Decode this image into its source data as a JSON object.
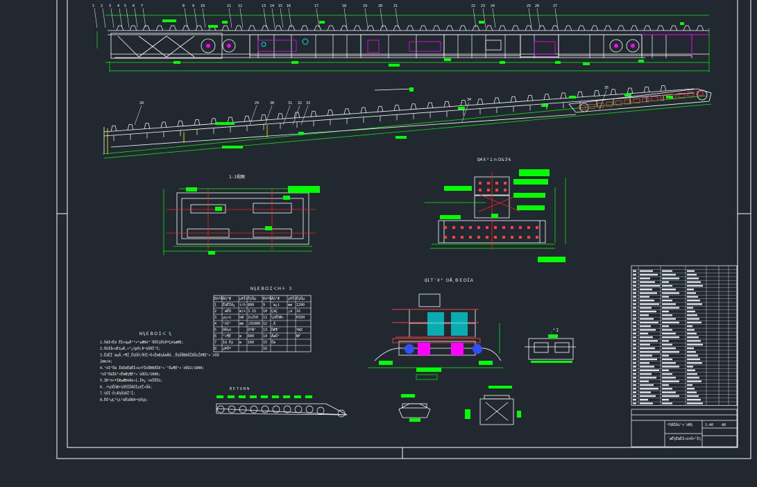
{
  "drawing": {
    "section_titles": {
      "plan_view": "1-1视图",
      "head_section": "Q4Ｘ²１ｎＯ&３%",
      "support_section": "Q1Ｔ'Ｘ° ＯÅ¸ＢＥＯÍＡ",
      "roller_detail": "¸²Ｉ",
      "notes_title": "Ｎ¾ＥＢＯＩ＜ ¾",
      "table_title": "Ｎ¾ＥＢＯＩ＜Ｈ＋ ３"
    },
    "balloon_numbers_top": [
      "1",
      "2",
      "3",
      "4",
      "5",
      "6",
      "7",
      "8",
      "9",
      "10",
      "11",
      "12",
      "13",
      "14",
      "15",
      "16",
      "17",
      "18",
      "19",
      "20",
      "21",
      "22",
      "23",
      "24",
      "25",
      "26",
      "27"
    ],
    "balloon_numbers_incline": [
      "28",
      "29",
      "30",
      "31",
      "32",
      "33",
      "34",
      "35"
    ],
    "notes_lines": [
      "1.ÕâÌ×Êä ËÍ»úµÄ°²×°±ØÐë°´ÕÕÍ¼Ö½ÒªÇó½øÐÐ;",
      "2.ÕûÌå»úÉíµÄ¸÷²¿¼þÓ¦Á¬½ÓÀÎ¹Ì;",
      "3.ÊäËÍ´øµÄ¸÷¶Î¸Ö¼ÜÓ¦ÔÚÍ¬Ò»Ë®Æ½ÃæÄÚ,¸Ö¼ÜÖÐÐÄÏßÖ±Ïß¶È²»´óÓÚ",
      "  2mm/m;",
      "4.¹öÍ²Öá ÏßÓëÊäËÍ»ú×ÝÏòÖÐÐÄÏß²»´¹Ö±¶È²»´óÓÚ2/1000;",
      "  ¹öÍ²ÖáÏß²»Ë®Æ½¶È²»´óÓÚ1/1000;",
      "5.ÍÐ¹õ×ªÍÆ±ØÐëÁé»î,ÎÞ¿¨×èÏÖÏó;",
      "6.¸÷¼õËÙÆ÷¼ÓÓÍÖÁÓÍ±êÎ»ÖÃ;",
      "7.½ÓÍ·Ó¦Æ½ÕûÀÎ¹Ì;",
      "8.ÊÔ³µÇ°¼ì²éËùÓÐÁ¬½Ó¼þ;"
    ],
    "tech_table": {
      "headers": [
        "ÐòºÅ",
        "Ãû³Æ",
        "µ¥Î»",
        "ÊýÖµ",
        "ÐòºÅ",
        "Ãû³Æ",
        "µ¥Î»",
        "ÊýÖµ"
      ],
      "rows": [
        [
          "1",
          "ÊäËÍÁ¿",
          "t/h",
          "800",
          "9",
          "´ø¿í",
          "mm",
          "1200"
        ],
        [
          "2",
          "´øËÙ",
          "m/s",
          "3.15",
          "10",
          "ÇãÇ",
          "¡ã",
          "16"
        ],
        [
          "3",
          "µç»ú",
          "kW",
          "2x250",
          "11",
          "¼õËÙÆ÷",
          "",
          "H3SH"
        ],
        [
          "4",
          "¹öÍ²",
          "mm",
          "¦Õ1000",
          "12",
          "¸Ä",
          "",
          ""
        ],
        [
          "5",
          "ÕÅ½ô",
          "",
          "ÒºÑ¹",
          "13",
          "ÖÆ¶¯",
          "",
          "YWZ"
        ],
        [
          "6",
          "³¤¶È",
          "m",
          "600",
          "14",
          "ÄæÖ¹",
          "",
          "NF"
        ],
        [
          "7",
          "Ìá Éý",
          "m",
          "160",
          "15",
          "Öá",
          "",
          ""
        ],
        [
          "8",
          "µ¥Ôª",
          "",
          "",
          "16",
          "",
          "",
          ""
        ]
      ]
    },
    "parts_list_count": 38,
    "title_block": {
      "line1": "ºÓÄÏÀí¹¤´óÑ§",
      "line2": "´øÊ½ÊäËÍ»ú×Ü×°Í¼",
      "scale": "1:40",
      "sheet": "A0"
    }
  },
  "colors": {
    "background": "#212830",
    "frame": "#ffffff",
    "dimension": "#00ff00",
    "outline": "#ffffff",
    "center_line": "#ff2020",
    "hatch": "#ff00ff",
    "accent_cyan": "#00e5e5",
    "accent_yellow": "#ffff00",
    "accent_blue": "#3050ff"
  }
}
